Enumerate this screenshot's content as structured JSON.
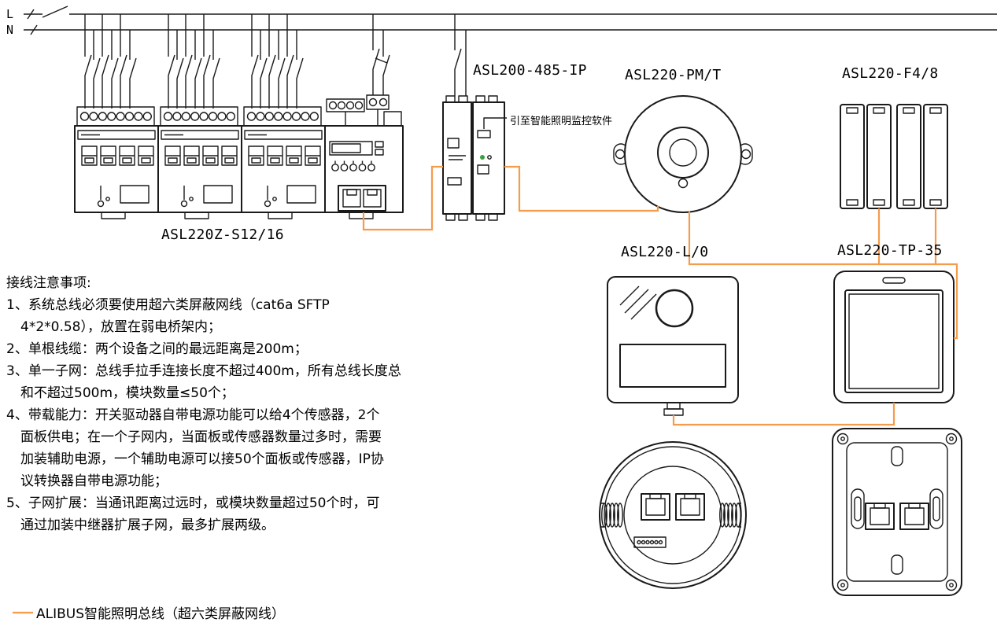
{
  "power": {
    "l": "L",
    "n": "N"
  },
  "devices": {
    "din_driver": {
      "label": "ASL220Z-S12/16"
    },
    "ip_converter": {
      "label": "ASL200-485-IP",
      "annotation": "引至智能照明监控软件"
    },
    "pm_sensor": {
      "label": "ASL220-PM/T"
    },
    "f_module": {
      "label": "ASL220-F4/8"
    },
    "l_sensor": {
      "label": "ASL220-L/0"
    },
    "touch_panel": {
      "label": "ASL220-TP-35"
    }
  },
  "notes": {
    "title": "接线注意事项:",
    "lines": [
      {
        "text": "1、系统总线必须要使用超六类屏蔽网线（cat6a SFTP",
        "indent": false
      },
      {
        "text": "4*2*0.58），放置在弱电桥架内；",
        "indent": true
      },
      {
        "text": "2、单根线缆：两个设备之间的最远距离是200m；",
        "indent": false
      },
      {
        "text": "3、单一子网：总线手拉手连接长度不超过400m，所有总线长度总",
        "indent": false
      },
      {
        "text": "和不超过500m，模块数量≤50个；",
        "indent": true
      },
      {
        "text": "4、带载能力：开关驱动器自带电源功能可以给4个传感器，2个",
        "indent": false
      },
      {
        "text": "面板供电；在一个子网内，当面板或传感器数量过多时，需要",
        "indent": true
      },
      {
        "text": "加装辅助电源，一个辅助电源可以接50个面板或传感器，IP协",
        "indent": true
      },
      {
        "text": "议转换器自带电源功能；",
        "indent": true
      },
      {
        "text": "5、子网扩展：当通讯距离过远时，或模块数量超过50个时，可",
        "indent": false
      },
      {
        "text": "通过加装中继器扩展子网，最多扩展两级。",
        "indent": true
      }
    ]
  },
  "legend": {
    "bus_label": "ALIBUS智能照明总线（超六类屏蔽网线）"
  },
  "colors": {
    "ink": "#1a1a1a",
    "bus": "#F59B4C",
    "led_green": "#35a23f"
  }
}
